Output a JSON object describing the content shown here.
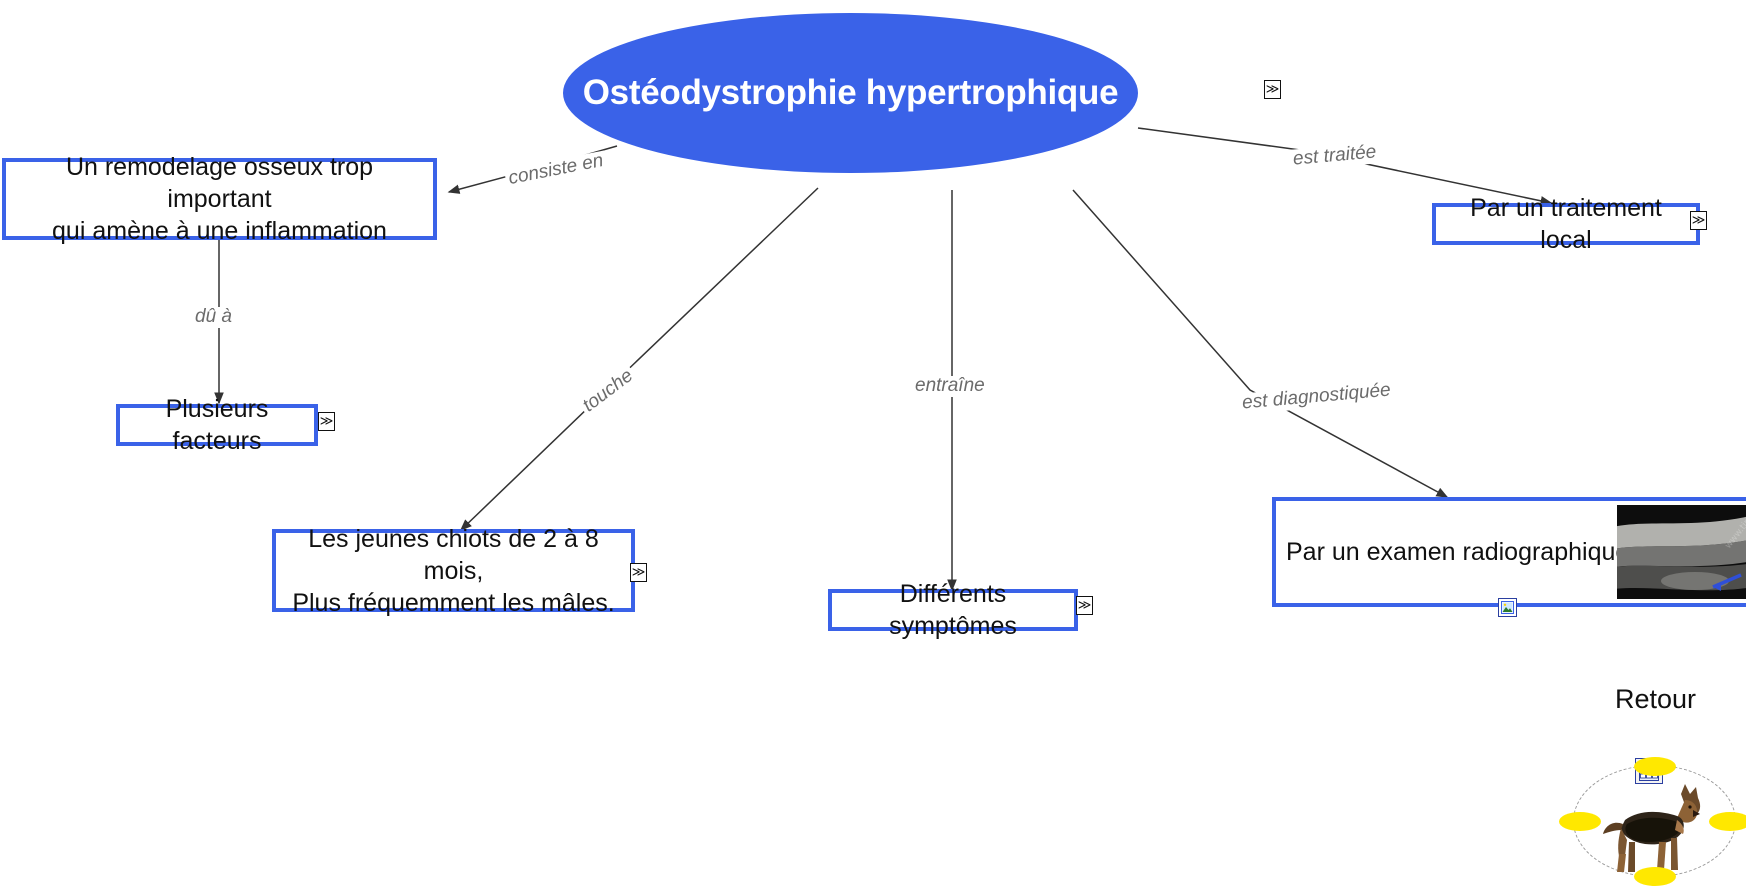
{
  "map": {
    "title": "Ostéodystrophie hypertrophique",
    "accent_color": "#3a62e8",
    "label_color": "#6b6b6b",
    "handle_color": "#ffe800",
    "root": {
      "label": "Ostéodystrophie hypertrophique",
      "badge": "more-icon",
      "badge_glyph": "≫"
    },
    "nodes": [
      {
        "id": "remodelage",
        "label": "Un remodelage osseux trop important\n qui amène à une inflammation",
        "badge": null
      },
      {
        "id": "facteurs",
        "label": "Plusieurs facteurs",
        "badge_glyph": "≫"
      },
      {
        "id": "chiots",
        "label": "Les jeunes chiots de 2 à 8 mois,\nPlus fréquemment les mâles.",
        "badge_glyph": "≫"
      },
      {
        "id": "symptomes",
        "label": "Différents symptômes",
        "badge_glyph": "≫"
      },
      {
        "id": "traitement",
        "label": "Par un traitement local",
        "badge_glyph": "≫"
      },
      {
        "id": "radio",
        "label": "Par un examen radiographique",
        "badge": "picture-icon"
      }
    ],
    "links": [
      {
        "id": "consiste-en",
        "label": "consiste en"
      },
      {
        "id": "touche",
        "label": "touche"
      },
      {
        "id": "entraine",
        "label": "entraîne"
      },
      {
        "id": "est-diagnostiquee",
        "label": "est diagnostiquée"
      },
      {
        "id": "est-traitee",
        "label": "est traitée"
      },
      {
        "id": "du-a",
        "label": "dû à"
      }
    ],
    "retour": {
      "label": "Retour",
      "badge": "concept-map-icon",
      "selected": true
    }
  }
}
